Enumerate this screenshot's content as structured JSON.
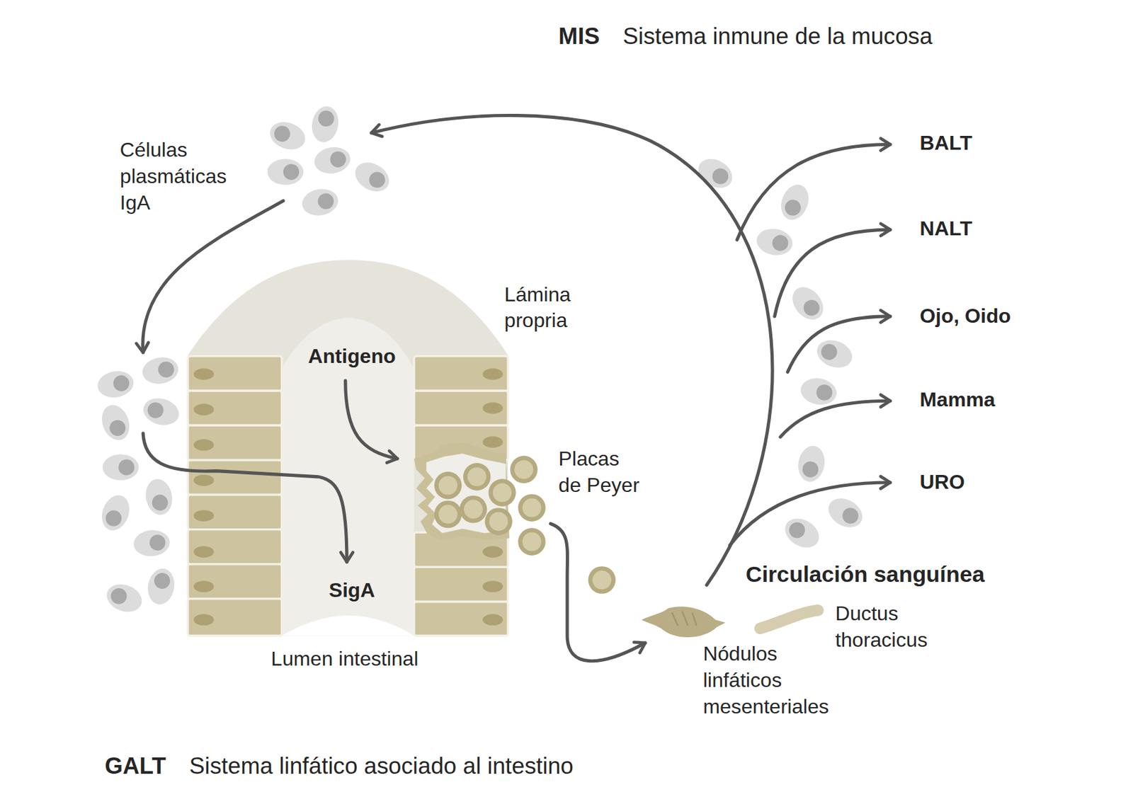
{
  "diagram": {
    "title": "Sistema inmune de la mucosa",
    "caption": "Sistema linfático asociado al intestino",
    "labels": [
      "MIS",
      "GALT",
      "Células plasmáticas IgA",
      "Lámina propria",
      "Antigeno",
      "SigA",
      "Lumen intestinal",
      "Placas de Peyer",
      "Circulación sanguínea",
      "Nódulos linfáticos mesenteriales",
      "Ductus thoracicus",
      "BALT",
      "NALT",
      "Ojo, Oido",
      "Mamma",
      "URO"
    ]
  }
}
